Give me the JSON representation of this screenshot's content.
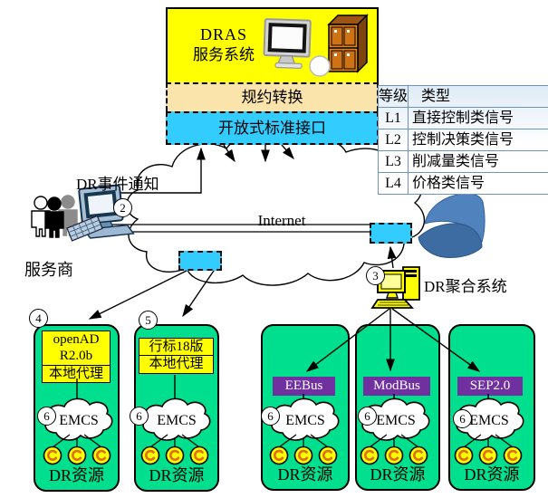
{
  "colors": {
    "box_yellow": "#ffff00",
    "band_tan": "#fbe3ac",
    "band_cyan": "#33ccff",
    "group_green": "#00df8d",
    "protocol_purple": "#7030a0",
    "ribbon_blue": "#4f81bd",
    "table_border_blue": "#6f93bd"
  },
  "dras_box": {
    "title_line1": "DRAS",
    "title_line2": "服务系统",
    "band_protocol": "规约转换",
    "band_interface": "开放式标准接口"
  },
  "legend_table": {
    "col_headers": [
      "等级",
      "类型"
    ],
    "rows": [
      [
        "L1",
        "直接控制类信号"
      ],
      [
        "L2",
        "控制决策类信号"
      ],
      [
        "L3",
        "削减量类信号"
      ],
      [
        "L4",
        "价格类信号"
      ]
    ]
  },
  "left_side": {
    "dr_event_label": "DR事件通知",
    "provider_label": "服务商",
    "marker": "2"
  },
  "cloud": {
    "label": "Internet"
  },
  "aggregator": {
    "label": "DR聚合系统",
    "marker": "3"
  },
  "groups": [
    {
      "marker": "4",
      "agent_line1": "openAD",
      "agent_line2": "R2.0b",
      "agent_sub": "本地代理",
      "emcs_marker": "6",
      "emcs_label": "EMCS",
      "resource_label": "DR资源"
    },
    {
      "marker": "5",
      "agent_line1": "行标18版",
      "agent_sub": "本地代理",
      "emcs_marker": "6",
      "emcs_label": "EMCS",
      "resource_label": "DR资源"
    },
    {
      "protocol": "EEBus",
      "emcs_marker": "6",
      "emcs_label": "EMCS",
      "resource_label": "DR资源"
    },
    {
      "protocol": "ModBus",
      "emcs_marker": "6",
      "emcs_label": "EMCS",
      "resource_label": "DR资源"
    },
    {
      "protocol": "SEP2.0",
      "emcs_marker": "6",
      "emcs_label": "EMCS",
      "resource_label": "DR资源"
    }
  ]
}
